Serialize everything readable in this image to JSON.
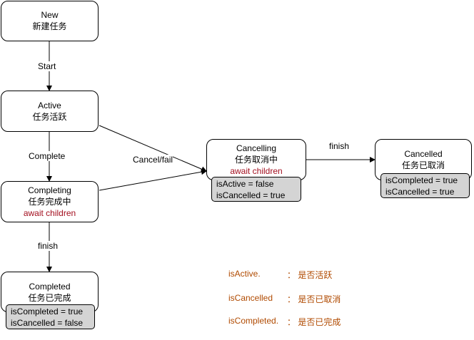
{
  "nodes": {
    "new": {
      "en": "New",
      "zh": "新建任务"
    },
    "active": {
      "en": "Active",
      "zh": "任务活跃"
    },
    "completing": {
      "en": "Completing",
      "zh": "任务完成中",
      "note": "await children"
    },
    "completed": {
      "en": "Completed",
      "zh": "任务已完成"
    },
    "cancelling": {
      "en": "Cancelling",
      "zh": "任务取消中",
      "note": "await children"
    },
    "cancelled": {
      "en": "Cancelled",
      "zh": "任务已取消"
    }
  },
  "props": {
    "completed": [
      "isCompleted = true",
      "isCancelled = false"
    ],
    "cancelling": [
      "isActive = false",
      "isCancelled = true"
    ],
    "cancelled": [
      "isCompleted = true",
      "isCancelled = true"
    ]
  },
  "edges": {
    "start": "Start",
    "complete": "Complete",
    "finish_completing": "finish",
    "cancel_fail": "Cancel/fail",
    "finish_cancelling": "finish"
  },
  "legend": [
    {
      "key": "isActive.",
      "desc": "：  是否活跃"
    },
    {
      "key": "isCancelled",
      "desc": "：  是否已取消"
    },
    {
      "key": "isCompleted.",
      "desc": "：  是否已完成"
    }
  ],
  "colors": {
    "note": "#a30f1f",
    "legend": "#b04a00",
    "props_fill": "#d4d4d4"
  }
}
